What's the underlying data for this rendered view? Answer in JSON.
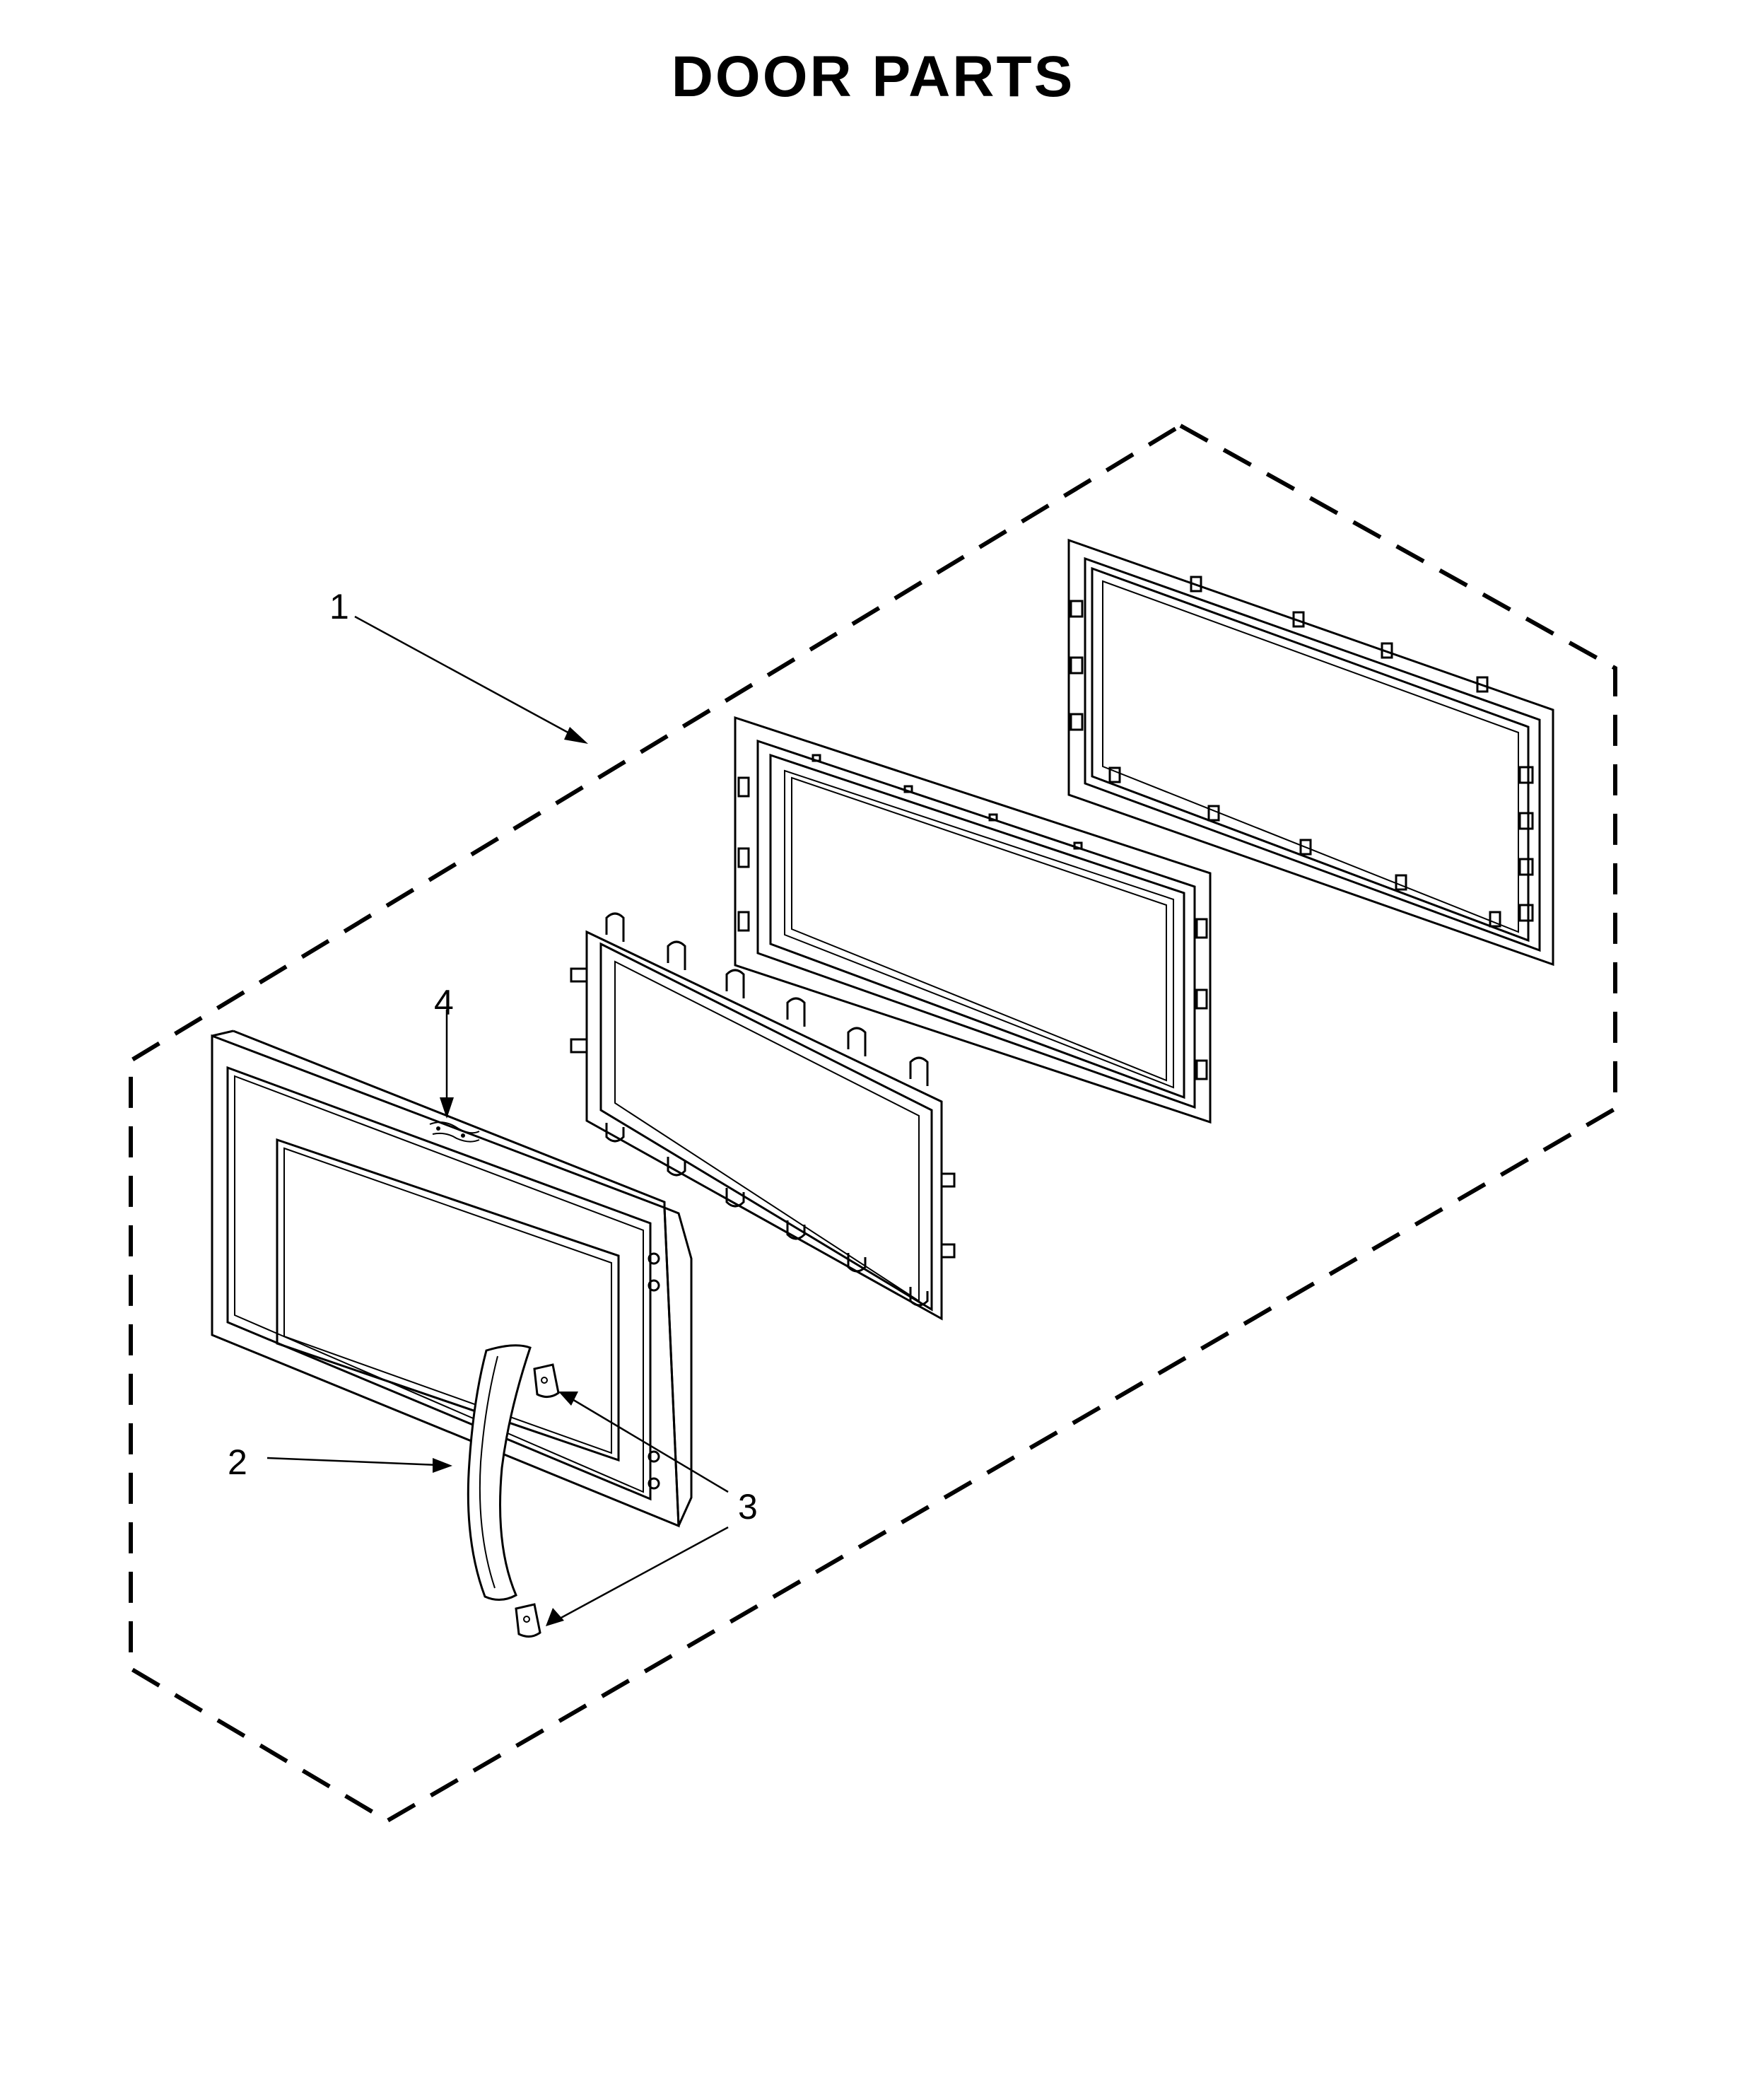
{
  "title": "DOOR PARTS",
  "callouts": [
    {
      "id": "callout-1",
      "label": "1"
    },
    {
      "id": "callout-2",
      "label": "2"
    },
    {
      "id": "callout-3",
      "label": "3"
    },
    {
      "id": "callout-4",
      "label": "4"
    }
  ]
}
